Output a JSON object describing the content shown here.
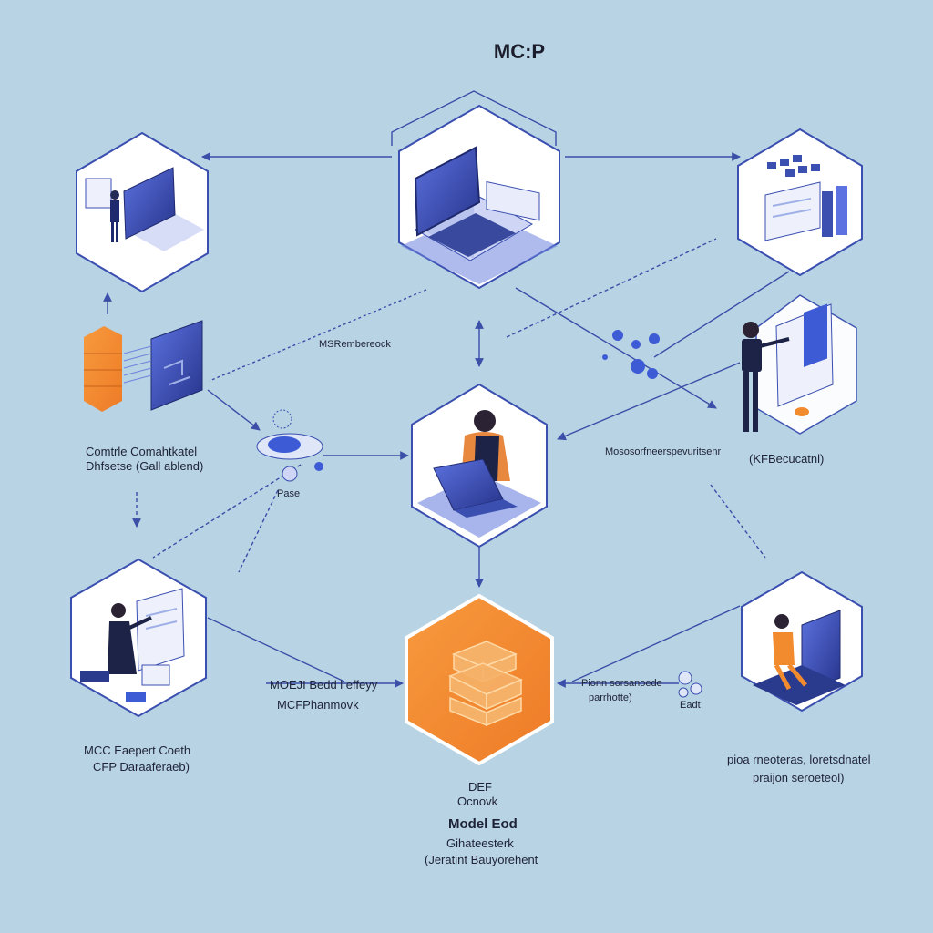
{
  "title": "MC:P",
  "colors": {
    "background": "#b7d3e4",
    "hex_fill": "#ffffff",
    "hex_border": "#3a4fb0",
    "navy": "#2a3a8c",
    "blue": "#3e5bd6",
    "orange": "#f28a2e",
    "line": "#3b4ea8"
  },
  "nodes": [
    {
      "id": "top-laptop",
      "icon": "laptop-icon"
    },
    {
      "id": "top-left-person-laptop",
      "icon": "presenter-laptop-icon"
    },
    {
      "id": "top-right-documents",
      "icon": "documents-icon"
    },
    {
      "id": "center-person-laptop",
      "icon": "person-laptop-icon"
    },
    {
      "id": "bottom-left-presenter",
      "icon": "presenter-screen-icon"
    },
    {
      "id": "bottom-center-stack",
      "icon": "data-stack-icon"
    },
    {
      "id": "bottom-right-person",
      "icon": "person-screen-icon"
    }
  ],
  "labels": {
    "mid_top": "MSRembereock",
    "left_mid_1": "Comtrle Comahtkatel",
    "left_mid_2": "Dhfsetse (Gall ablend)",
    "small_hub": "Pase",
    "right_mid_long": "Mososorfneerspevuritsenr",
    "right_mid_paren": "(KFBecucatnl)",
    "left_bottom_arrow_1": "MOEJI Bedd l effeyy",
    "left_bottom_arrow_2": "MCFPhanmovk",
    "right_bottom_arrow_1": "Pionn sorsanoede",
    "right_bottom_arrow_2": "parrhotte)",
    "right_bottom_small": "Eadt",
    "bottom_left_1": "MCC Eaepert Coeth",
    "bottom_left_2": "CFP Daraaferaeb)",
    "bottom_right_1": "pioa rneoteras, loretsdnatel",
    "bottom_right_2": "praijon seroeteol)",
    "bottom_center_1": "DEF",
    "bottom_center_2": "Ocnovk",
    "bottom_center_3": "Model Eod",
    "bottom_center_4": "Gihateesterk",
    "bottom_center_5": "(Jeratint Bauyorehent"
  }
}
